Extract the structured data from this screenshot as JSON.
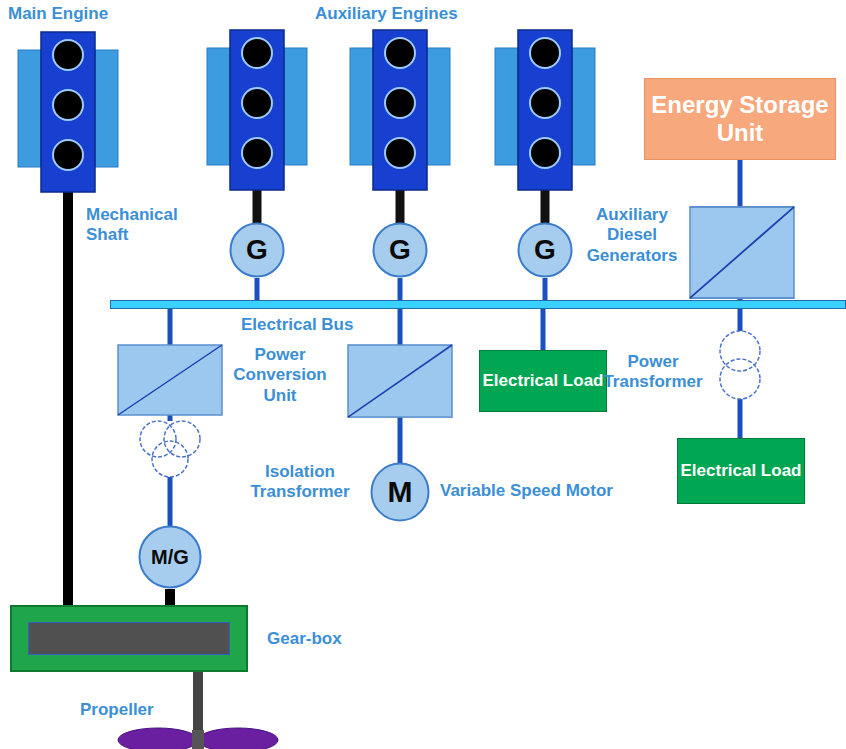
{
  "diagram": {
    "nodes": [
      {
        "text": [
          "Energy Storage Unit"
        ]
      },
      {
        "text": [
          "G"
        ]
      },
      {
        "text": [
          "G"
        ]
      },
      {
        "text": [
          "G"
        ]
      },
      {
        "text": [
          "Electrical Bus"
        ]
      },
      {
        "text": [
          "Electrical Load"
        ]
      },
      {
        "text": [
          "M"
        ]
      },
      {
        "text": [
          "Electrical Load"
        ]
      },
      {
        "text": [
          "M/G"
        ]
      },
      {
        "text": [
          "Gear-box"
        ]
      }
    ],
    "edges": [
      {
        "from": 1,
        "to": 4,
        "arrow": "none"
      },
      {
        "from": 2,
        "to": 4,
        "arrow": "none"
      },
      {
        "from": 3,
        "to": 4,
        "arrow": "none"
      },
      {
        "from": 4,
        "to": 5,
        "arrow": "none"
      },
      {
        "from": 8,
        "to": 9,
        "arrow": "none"
      }
    ],
    "labels": [
      "Main Engine",
      "Auxiliary Engines",
      "Mechanical Shaft",
      "Power Conversion Unit",
      "Isolation Transformer",
      "Variable Speed Motor",
      "Auxiliary Diesel Generators",
      "Power Transformer",
      "Propeller"
    ]
  }
}
